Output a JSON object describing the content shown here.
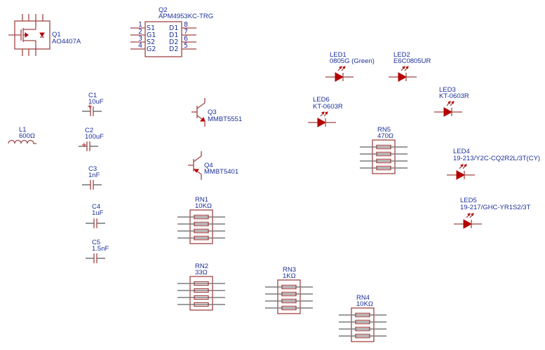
{
  "colors": {
    "symbol": "#a04545",
    "wire": "#7c7c7c",
    "text": "#1c2f99",
    "led_fill": "#b40000",
    "background": "#ffffff"
  },
  "components": {
    "Q1": {
      "ref": "Q1",
      "value": "AO4407A",
      "type": "p-mosfet"
    },
    "Q2": {
      "ref": "Q2",
      "value": "APM4953KC-TRG",
      "type": "dual-mosfet-ic",
      "left_pins": [
        {
          "num": "1",
          "name": "S1"
        },
        {
          "num": "2",
          "name": "G1"
        },
        {
          "num": "3",
          "name": "S2"
        },
        {
          "num": "4",
          "name": "G2"
        }
      ],
      "right_pins": [
        {
          "num": "8",
          "name": "D1"
        },
        {
          "num": "7",
          "name": "D1"
        },
        {
          "num": "6",
          "name": "D2"
        },
        {
          "num": "5",
          "name": "D2"
        }
      ]
    },
    "Q3": {
      "ref": "Q3",
      "value": "MMBT5551",
      "type": "npn"
    },
    "Q4": {
      "ref": "Q4",
      "value": "MMBT5401",
      "type": "pnp"
    },
    "L1": {
      "ref": "L1",
      "value": "600Ω",
      "type": "inductor"
    },
    "C1": {
      "ref": "C1",
      "value": "10uF",
      "type": "polarized-capacitor"
    },
    "C2": {
      "ref": "C2",
      "value": "100uF",
      "type": "polarized-capacitor"
    },
    "C3": {
      "ref": "C3",
      "value": "1nF",
      "type": "capacitor"
    },
    "C4": {
      "ref": "C4",
      "value": "1uF",
      "type": "capacitor"
    },
    "C5": {
      "ref": "C5",
      "value": "1.5nF",
      "type": "capacitor"
    },
    "RN1": {
      "ref": "RN1",
      "value": "10KΩ",
      "type": "resistor-network"
    },
    "RN2": {
      "ref": "RN2",
      "value": "33Ω",
      "type": "resistor-network"
    },
    "RN3": {
      "ref": "RN3",
      "value": "1KΩ",
      "type": "resistor-network"
    },
    "RN4": {
      "ref": "RN4",
      "value": "10KΩ",
      "type": "resistor-network"
    },
    "RN5": {
      "ref": "RN5",
      "value": "470Ω",
      "type": "resistor-network"
    },
    "LED1": {
      "ref": "LED1",
      "value": "0805G (Green)",
      "type": "led"
    },
    "LED2": {
      "ref": "LED2",
      "value": "E6C0805UR",
      "type": "led"
    },
    "LED3": {
      "ref": "LED3",
      "value": "KT-0603R",
      "type": "led"
    },
    "LED4": {
      "ref": "LED4",
      "value": "19-213/Y2C-CQ2R2L/3T(CY)",
      "type": "led"
    },
    "LED5": {
      "ref": "LED5",
      "value": "19-217/GHC-YR1S2/3T",
      "type": "led"
    },
    "LED6": {
      "ref": "LED6",
      "value": "KT-0603R",
      "type": "led"
    }
  }
}
